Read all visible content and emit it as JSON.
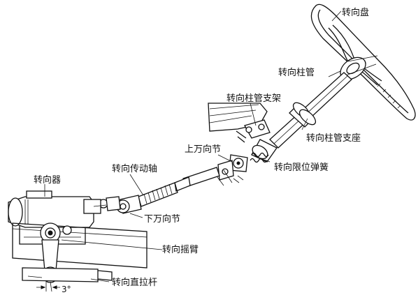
{
  "labels": {
    "steering_wheel": "转向盘",
    "steering_column": "转向柱管",
    "column_bracket": "转向柱管支架",
    "column_mount": "转向柱管支座",
    "upper_u_joint": "上万向节",
    "limit_spring": "转向限位弹簧",
    "transmission_shaft": "转向传动轴",
    "steering_gear": "转向器",
    "lower_u_joint": "下万向节",
    "pitman_arm": "转向摇臂",
    "drag_link": "转向直拉杆",
    "angle": "3°"
  }
}
